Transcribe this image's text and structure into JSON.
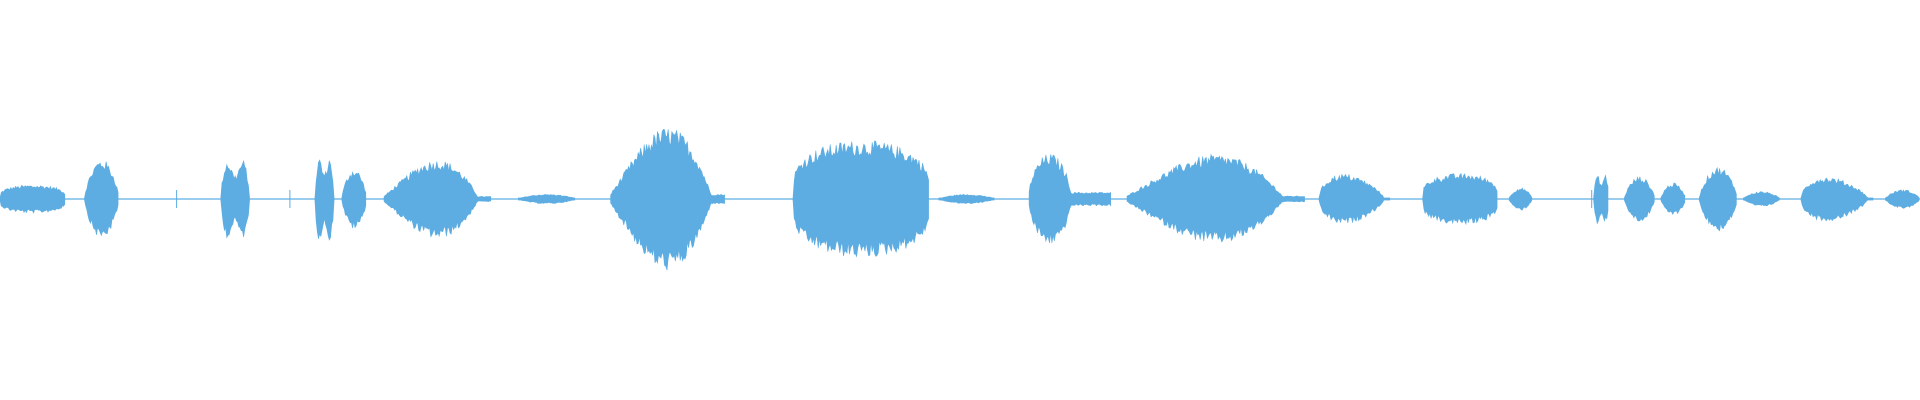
{
  "waveform": {
    "color": "#5dade2",
    "background": "#ffffff",
    "baseline_amplitude": 0.012,
    "segments": [
      {
        "start": 0.0,
        "end": 0.034,
        "amp": 0.15,
        "shape": "flat"
      },
      {
        "start": 0.044,
        "end": 0.062,
        "amp": 0.42,
        "shape": "dome"
      },
      {
        "start": 0.115,
        "end": 0.13,
        "amp": 0.52,
        "shape": "spike"
      },
      {
        "start": 0.164,
        "end": 0.174,
        "amp": 0.55,
        "shape": "spike"
      },
      {
        "start": 0.178,
        "end": 0.191,
        "amp": 0.32,
        "shape": "dome"
      },
      {
        "start": 0.2,
        "end": 0.256,
        "amp": 0.55,
        "shape": "swell"
      },
      {
        "start": 0.27,
        "end": 0.3,
        "amp": 0.05,
        "shape": "dome"
      },
      {
        "start": 0.318,
        "end": 0.378,
        "amp": 1.0,
        "shape": "swell"
      },
      {
        "start": 0.413,
        "end": 0.484,
        "amp": 0.62,
        "shape": "flat"
      },
      {
        "start": 0.489,
        "end": 0.518,
        "amp": 0.05,
        "shape": "dome"
      },
      {
        "start": 0.536,
        "end": 0.579,
        "amp": 0.48,
        "shape": "double"
      },
      {
        "start": 0.587,
        "end": 0.68,
        "amp": 0.62,
        "shape": "swell"
      },
      {
        "start": 0.687,
        "end": 0.724,
        "amp": 0.34,
        "shape": "tail"
      },
      {
        "start": 0.741,
        "end": 0.78,
        "amp": 0.27,
        "shape": "flat"
      },
      {
        "start": 0.786,
        "end": 0.798,
        "amp": 0.12,
        "shape": "dome"
      },
      {
        "start": 0.83,
        "end": 0.838,
        "amp": 0.33,
        "shape": "spike"
      },
      {
        "start": 0.846,
        "end": 0.862,
        "amp": 0.24,
        "shape": "dome"
      },
      {
        "start": 0.865,
        "end": 0.878,
        "amp": 0.17,
        "shape": "dome"
      },
      {
        "start": 0.885,
        "end": 0.905,
        "amp": 0.34,
        "shape": "dome"
      },
      {
        "start": 0.908,
        "end": 0.927,
        "amp": 0.08,
        "shape": "dome"
      },
      {
        "start": 0.938,
        "end": 0.976,
        "amp": 0.3,
        "shape": "tail"
      },
      {
        "start": 0.982,
        "end": 1.0,
        "amp": 0.1,
        "shape": "dome"
      }
    ]
  }
}
